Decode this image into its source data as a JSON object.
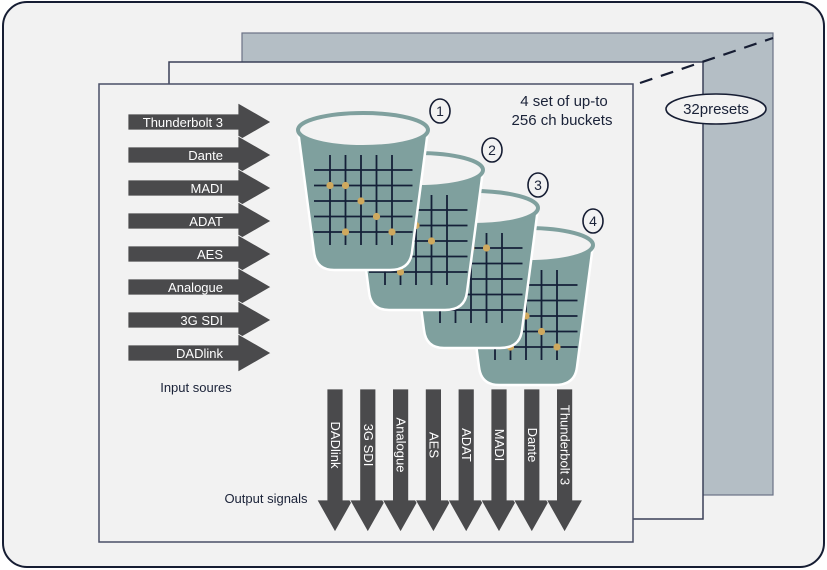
{
  "diagram": {
    "presets_label": "32presets",
    "buckets_caption": [
      "4 set of up-to",
      "256 ch buckets"
    ],
    "input_caption": "Input soures",
    "output_caption": "Output signals",
    "inputs": [
      "Thunderbolt 3",
      "Dante",
      "MADI",
      "ADAT",
      "AES",
      "Analogue",
      "3G SDI",
      "DADlink"
    ],
    "outputs": [
      "DADlink",
      "3G SDI",
      "Analogue",
      "AES",
      "ADAT",
      "MADI",
      "Dante",
      "Thunderbolt 3"
    ],
    "buckets": [
      {
        "number": "1"
      },
      {
        "number": "2"
      },
      {
        "number": "3"
      },
      {
        "number": "4"
      }
    ],
    "colors": {
      "frame_border": "#161d33",
      "background": "#f2f2f2",
      "back_sheet": "#b4bec5",
      "sheet_border": "#6b7286",
      "arrow": "#4a4a4c",
      "bucket": "#7fa09e",
      "grid_line": "#152038",
      "node": "#cfa95e"
    }
  }
}
